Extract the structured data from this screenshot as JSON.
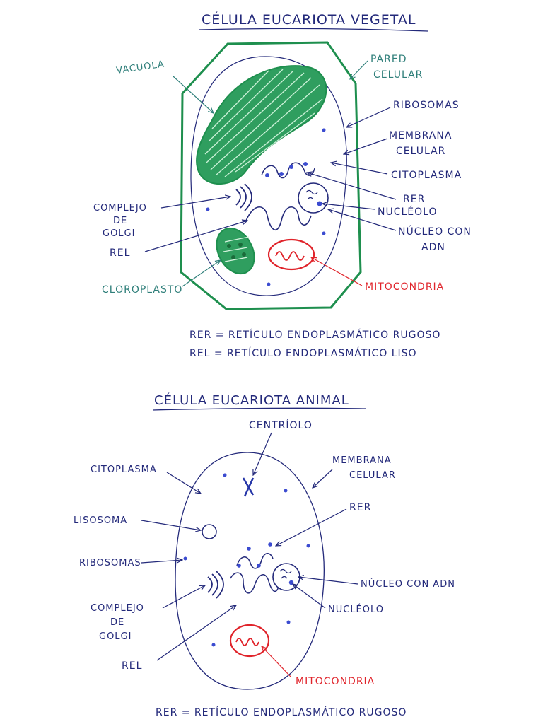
{
  "plant": {
    "title": "CÉLULA EUCARIOTA VEGETAL",
    "labels": {
      "vacuola": "VACUOLA",
      "pared_1": "PARED",
      "pared_2": "CELULAR",
      "ribosomas": "RIBOSOMAS",
      "membrana_1": "MEMBRANA",
      "membrana_2": "CELULAR",
      "citoplasma": "CITOPLASMA",
      "rer": "RER",
      "nucleolo": "NUCLÉOLO",
      "nucleo_1": "NÚCLEO CON",
      "nucleo_2": "ADN",
      "golgi_1": "COMPLEJO",
      "golgi_2": "DE",
      "golgi_3": "GOLGI",
      "rel": "REL",
      "cloroplasto": "CLOROPLASTO",
      "mitocondria": "MITOCONDRIA"
    },
    "legend": {
      "rer": "RER = RETÍCULO ENDOPLASMÁTICO RUGOSO",
      "rel": "REL = RETÍCULO ENDOPLASMÁTICO LISO"
    }
  },
  "animal": {
    "title": "CÉLULA EUCARIOTA ANIMAL",
    "labels": {
      "centriolo": "CENTRÍOLO",
      "citoplasma": "CITOPLASMA",
      "membrana_1": "MEMBRANA",
      "membrana_2": "CELULAR",
      "lisosoma": "LISOSOMA",
      "rer": "RER",
      "ribosomas": "RIBOSOMAS",
      "nucleo": "NÚCLEO CON ADN",
      "golgi_1": "COMPLEJO",
      "golgi_2": "DE",
      "golgi_3": "GOLGI",
      "nucleolo": "NUCLÉOLO",
      "rel": "REL",
      "mitocondria": "MITOCONDRIA"
    },
    "legend": {
      "rer": "RER = RETÍCULO ENDOPLASMÁTICO RUGOSO"
    }
  },
  "colors": {
    "ink": "#23297a",
    "green": "#1e8f4e",
    "teal": "#2f7f7a",
    "red": "#e0242b"
  }
}
